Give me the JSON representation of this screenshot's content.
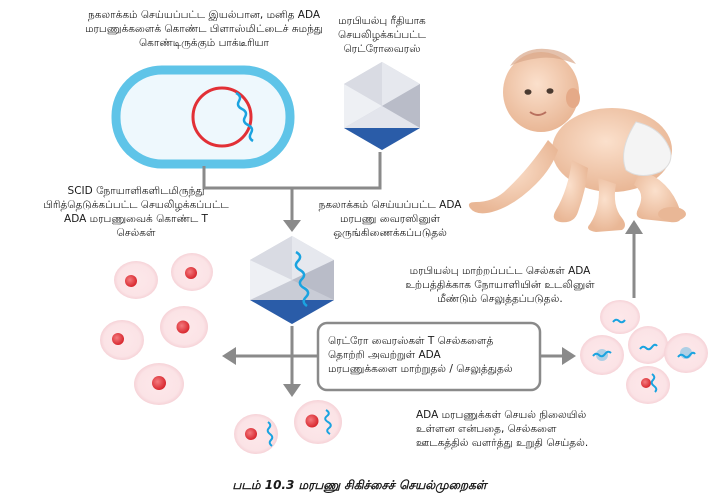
{
  "labels": {
    "bacterium": [
      "நகலாக்கம் செய்யப்பட்ட இயல்பான, மனித ADA",
      "மரபணுக்களைக் கொண்ட பிளாஸ்மிட்டைச் சுமந்து",
      "கொண்டிருக்கும் பாக்டீரியா"
    ],
    "retrovirus": [
      "மரபியல்பு ரீதியாக",
      "செயலிழக்கப்பட்ட",
      "ரெட்ரோவைரஸ்"
    ],
    "scid_cells": [
      "SCID நோயாளிகளிடமிருந்து",
      "பிரித்தெடுக்கப்பட்ட செயலிழக்கப்பட்ட",
      "ADA மரபணுவைக் கொண்ட T",
      "செல்கள்"
    ],
    "integration": [
      "நகலாக்கம் செய்யப்பட்ட ADA",
      "மரபணு வைரஸினுள்",
      "ஒருங்கிணைக்கப்படுதல்"
    ],
    "reinfusion": [
      "மரபியல்பு மாற்றப்பட்ட செல்கள் ADA",
      "உற்பத்திக்காக நோயாளியின் உடலினுள்",
      "மீண்டும் செலுத்தப்படுதல்."
    ],
    "transfer": [
      "ரெட்ரோ வைரஸ்கள் T செல்களைத்",
      "தொற்றி அவற்றுள் ADA",
      "மரபணுக்களை மாற்றுதல் / செலுத்துதல்"
    ],
    "verify": [
      "ADA மரபணுக்கள் செயல் நிலையில்",
      "உள்ளன என்பதை, செல்களை",
      "ஊடகத்தில் வளர்த்து உறுதி செய்தல்."
    ]
  },
  "caption": "படம் 10.3 மரபணு சிகிச்சைச் செயல்முறைகள்",
  "icons": [
    "bacterium-icon",
    "plasmid-icon",
    "retrovirus-icon",
    "recombinant-virus-icon",
    "t-cell-icon",
    "modified-cell-icon",
    "baby-icon"
  ],
  "colors": {
    "bacterium_outline": "#5fc4e8",
    "bacterium_fill": "#eef8fd",
    "plasmid_red": "#e23036",
    "dna_blue": "#1aa3e0",
    "virus_grey": "#c9ccd6",
    "virus_blue": "#2a5ca8",
    "cell_nucleus": "#e8444a",
    "arrow_grey": "#8a8a8a"
  }
}
